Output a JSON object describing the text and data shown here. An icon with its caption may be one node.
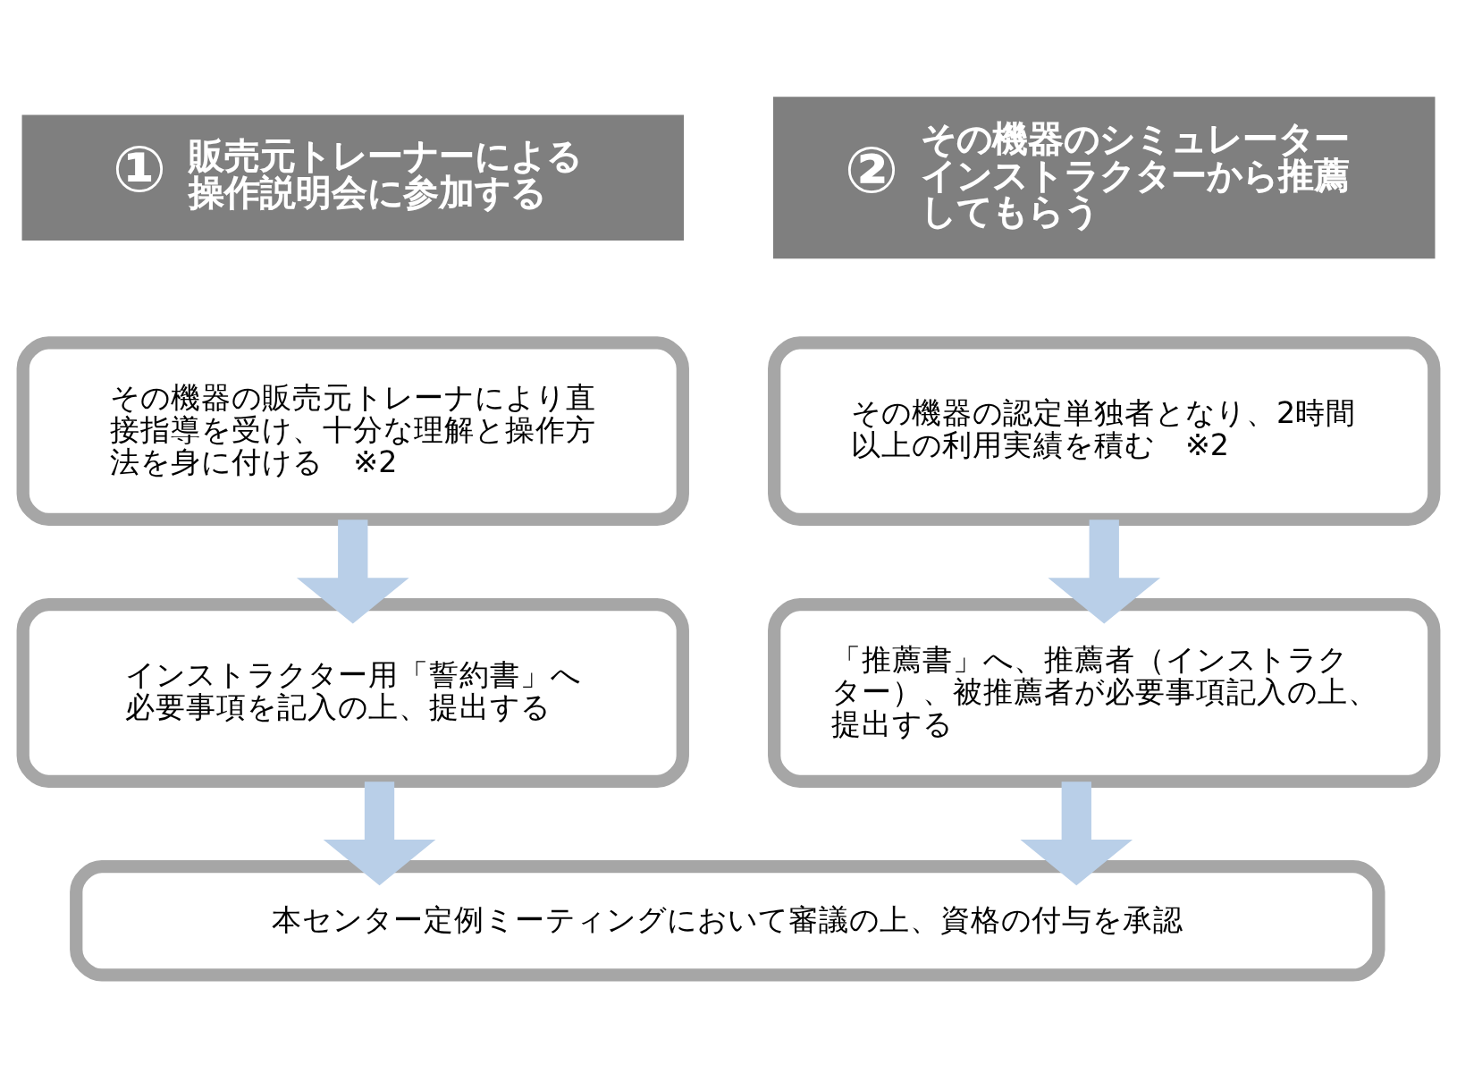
{
  "diagram": {
    "nodes": [
      {
        "text": [
          "①",
          "販売元トレーナーによる操作説明会に参加する"
        ]
      },
      {
        "text": [
          "②",
          "その機器のシミュレーターインストラクターから推薦してもらう"
        ]
      },
      {
        "text": [
          "その機器の販売元トレーナにより直接指導を受け、十分な理解と操作方法を身に付ける　※2"
        ]
      },
      {
        "text": [
          "その機器の認定単独者となり、2時間以上の利用実績を積む　※2"
        ]
      },
      {
        "text": [
          "インストラクター用「誓約書」へ必要事項を記入の上、提出する"
        ]
      },
      {
        "text": [
          "「推薦書」へ、推薦者（インストラクター）、被推薦者が必要事項記入の上、提出する"
        ]
      },
      {
        "text": [
          "本センター定例ミーティングにおいて審議の上、資格の付与を承認"
        ]
      }
    ],
    "edges": [
      {
        "from": 2,
        "to": 4,
        "arrow": "to"
      },
      {
        "from": 3,
        "to": 5,
        "arrow": "to"
      },
      {
        "from": 4,
        "to": 6,
        "arrow": "to"
      },
      {
        "from": 5,
        "to": 6,
        "arrow": "to"
      }
    ]
  }
}
